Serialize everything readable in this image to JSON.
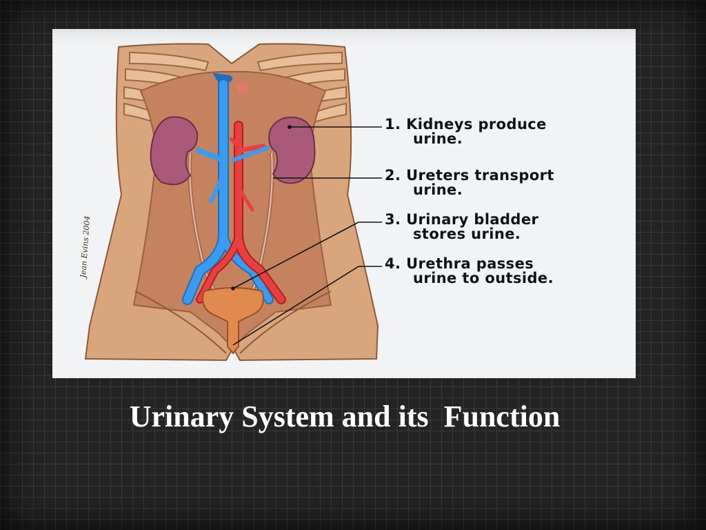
{
  "slide": {
    "title": "Urinary System and its  Function"
  },
  "figure": {
    "labels": [
      {
        "line1": "1. Kidneys produce",
        "line2": "urine."
      },
      {
        "line1": "2. Ureters transport",
        "line2": "urine."
      },
      {
        "line1": "3. Urinary bladder",
        "line2": "stores urine."
      },
      {
        "line1": "4. Urethra passes",
        "line2": "urine to outside."
      }
    ],
    "signature": "Jean Evins 2004"
  },
  "colors": {
    "background": "#242424",
    "grid": "#3a3a3a",
    "skin": "#cf9b72",
    "abdomen": "#c8815c",
    "vein": "#2f8fe0",
    "artery": "#e23a3a",
    "kidney": "#a85a78",
    "bladder": "#e08a50"
  }
}
